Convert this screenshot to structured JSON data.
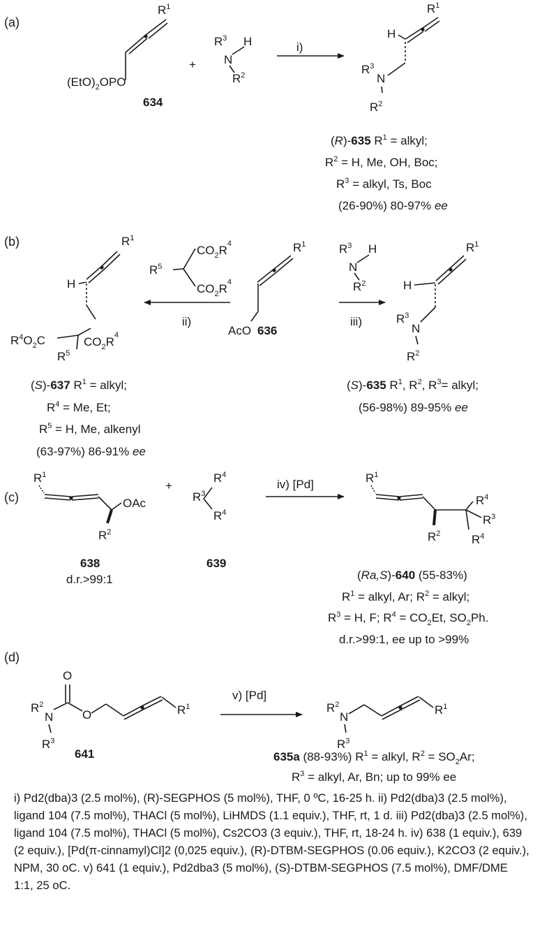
{
  "panels": {
    "a": {
      "label": "(a)",
      "reagent": "i)",
      "sm_num": "634",
      "prod_num": "635",
      "desc": [
        "R = alkyl;",
        "R = H, Me, OH, Boc;",
        "R = alkyl, Ts, Boc",
        "(26-90%) 80-97% ee"
      ]
    },
    "b": {
      "label": "(b)",
      "reagent_left": "ii)",
      "reagent_right": "iii)",
      "sm_num": "636",
      "prod_left_num": "637",
      "prod_right_num": "635"
    },
    "c": {
      "label": "(c)",
      "reagent": "iv) [Pd]",
      "sm_num": "638",
      "sm_dr": "d.r.>99:1",
      "nuc_num": "639",
      "prod_num": "640"
    },
    "d": {
      "label": "(d)",
      "reagent": "v) [Pd]",
      "sm_num": "641",
      "prod_num": "635a"
    }
  },
  "conditions": {
    "i": "i) Pd2(dba)3 (2.5 mol%), (R)-SEGPHOS (5 mol%), THF, 0 ºC, 16-25 h.",
    "ii": "ii) Pd2(dba)3 (2.5 mol%), ligand 104 (7.5 mol%), THACl (5 mol%), LiHMDS (1.1 equiv.), THF, rt, 1 d.",
    "iii": "iii) Pd2(dba)3 (2.5 mol%), ligand 104 (7.5 mol%), THACl (5 mol%), Cs2CO3 (3 equiv.), THF, rt, 18-24 h.",
    "iv": "iv) 638 (1 equiv.), 639 (2 equiv.), [Pd(π-cinnamyl)Cl]2 (0,025 equiv.), (R)-DTBM-SEGPHOS (0.06 equiv.), K2CO3 (2 equiv.), NPM, 30 oC.",
    "v": "v) 641 (1 equiv.), Pd2dba3 (5 mol%), (S)-DTBM-SEGPHOS (7.5 mol%), DMF/DME 1:1, 25 oC."
  }
}
